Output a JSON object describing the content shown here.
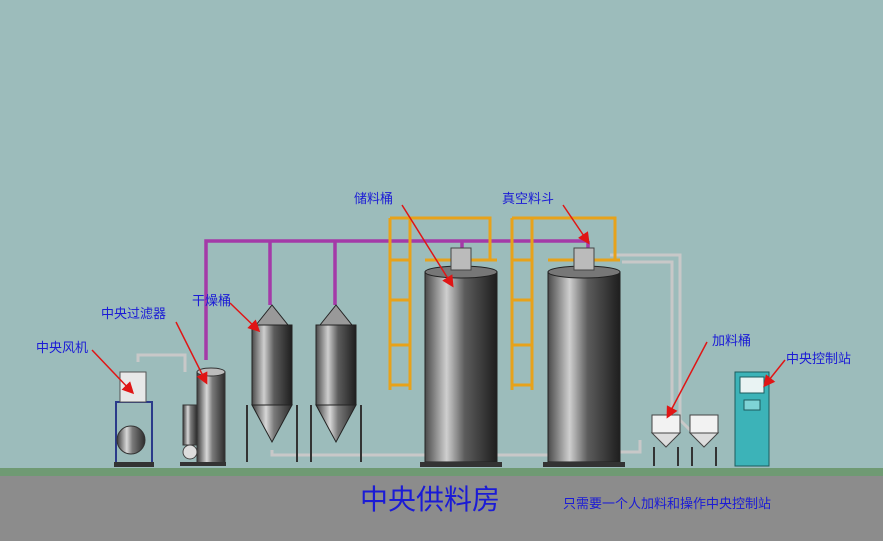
{
  "labels": {
    "central_fan": "中央风机",
    "central_filter": "中央过滤器",
    "dryer": "干燥桶",
    "storage_bin": "储料桶",
    "vacuum_hopper": "真空料斗",
    "feeding_bin": "加料桶",
    "central_control": "中央控制站"
  },
  "caption": {
    "title": "中央供料房",
    "subtitle": "只需要一个人加料和操作中央控制站"
  },
  "colors": {
    "background": "#9cbcbb",
    "ground": "#8c8c8c",
    "grass": "#6f9a73",
    "label_text": "#1b1bd6",
    "magenta_pipe": "#a43aa8",
    "ladder_orange": "#e7a21a",
    "arrow_red": "#e01515"
  }
}
